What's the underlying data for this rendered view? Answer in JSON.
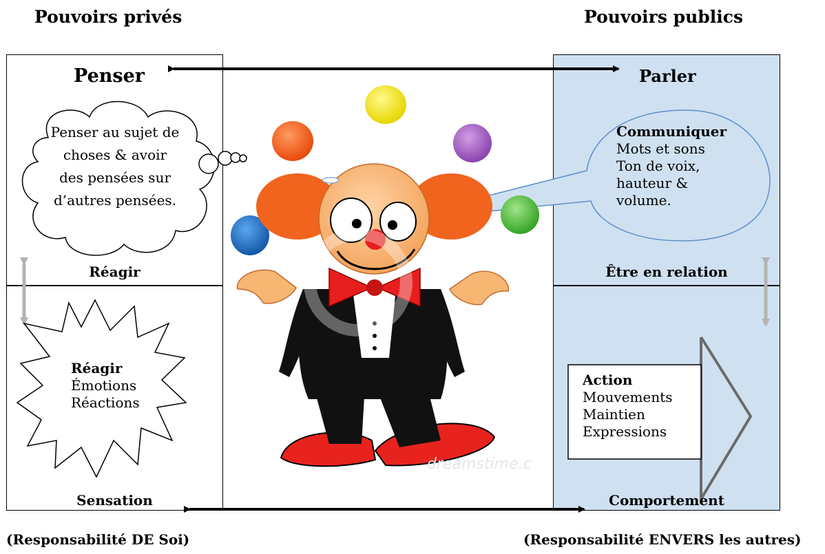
{
  "headers": {
    "left": "Pouvoirs privés",
    "right": "Pouvoirs publics"
  },
  "left_panel": {
    "top_title": "Penser",
    "thought_text": "Penser au sujet de choses & avoir des pensées sur d’autres pensées.",
    "mid_label": "Réagir",
    "burst_title": "Réagir",
    "burst_lines": [
      "Émotions",
      "Réactions"
    ],
    "bottom_label": "Sensation"
  },
  "right_panel": {
    "top_title": "Parler",
    "speech_title": "Communiquer",
    "speech_lines": [
      "Mots et sons",
      "Ton de voix,",
      "hauteur &",
      "volume."
    ],
    "mid_label": "Être en relation",
    "action_title": "Action",
    "action_lines": [
      "Mouvements",
      "Maintien",
      "Expressions"
    ],
    "bottom_label": "Comportement"
  },
  "footers": {
    "left": "(Responsabilité DE Soi)",
    "right": "(Responsabilité ENVERS les autres)"
  },
  "center": {
    "watermark": "dreamstime.c"
  },
  "colors": {
    "panel_blue": "#cfe0f1",
    "speech_border": "#5b8fc8",
    "double_arrow_gray": "#b3b3b3",
    "ball_yellow": "#f2e60f",
    "ball_orange": "#f05a14",
    "ball_purple": "#9b59b6",
    "ball_blue": "#1e6fc4",
    "ball_green": "#4cba3a"
  }
}
